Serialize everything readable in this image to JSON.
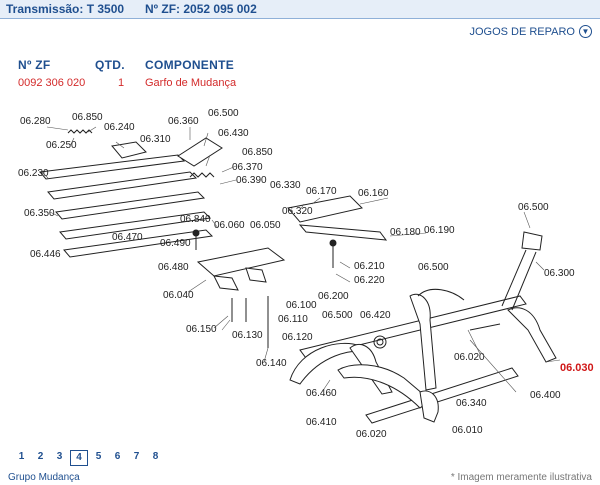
{
  "header": {
    "transmission": "Transmissão: T 3500",
    "zf_number": "Nº ZF: 2052 095 002"
  },
  "repair_link": "JOGOS DE REPARO",
  "table": {
    "columns": {
      "zf": "Nº ZF",
      "qty": "QTD.",
      "component": "COMPONENTE"
    },
    "row": {
      "zf": "0092 306 020",
      "qty": "1",
      "component": "Garfo de Mudança"
    }
  },
  "labels": [
    "06.280",
    "06.850",
    "06.240",
    "06.250",
    "06.360",
    "06.500",
    "06.430",
    "06.310",
    "06.850",
    "06.370",
    "06.390",
    "06.230",
    "06.330",
    "06.170",
    "06.160",
    "06.350",
    "06.320",
    "06.840",
    "06.060",
    "06.050",
    "06.180",
    "06.190",
    "06.470",
    "06.490",
    "06.446",
    "06.480",
    "06.210",
    "06.220",
    "06.500",
    "06.300",
    "06.040",
    "06.200",
    "06.500",
    "06.100",
    "06.110",
    "06.120",
    "06.150",
    "06.130",
    "06.500",
    "06.420",
    "06.020",
    "06.140",
    "06.460",
    "06.400",
    "06.030",
    "06.410",
    "06.340",
    "06.020",
    "06.010"
  ],
  "highlight_label": "06.030",
  "pagination": {
    "pages": [
      "1",
      "2",
      "3",
      "4",
      "5",
      "6",
      "7",
      "8"
    ],
    "active": "4"
  },
  "group_link": "Grupo Mudança",
  "note": "* Imagem meramente ilustrativa",
  "colors": {
    "primary": "#1f4f8f",
    "selected_row": "#d32a2a",
    "highlight": "#d01818"
  }
}
